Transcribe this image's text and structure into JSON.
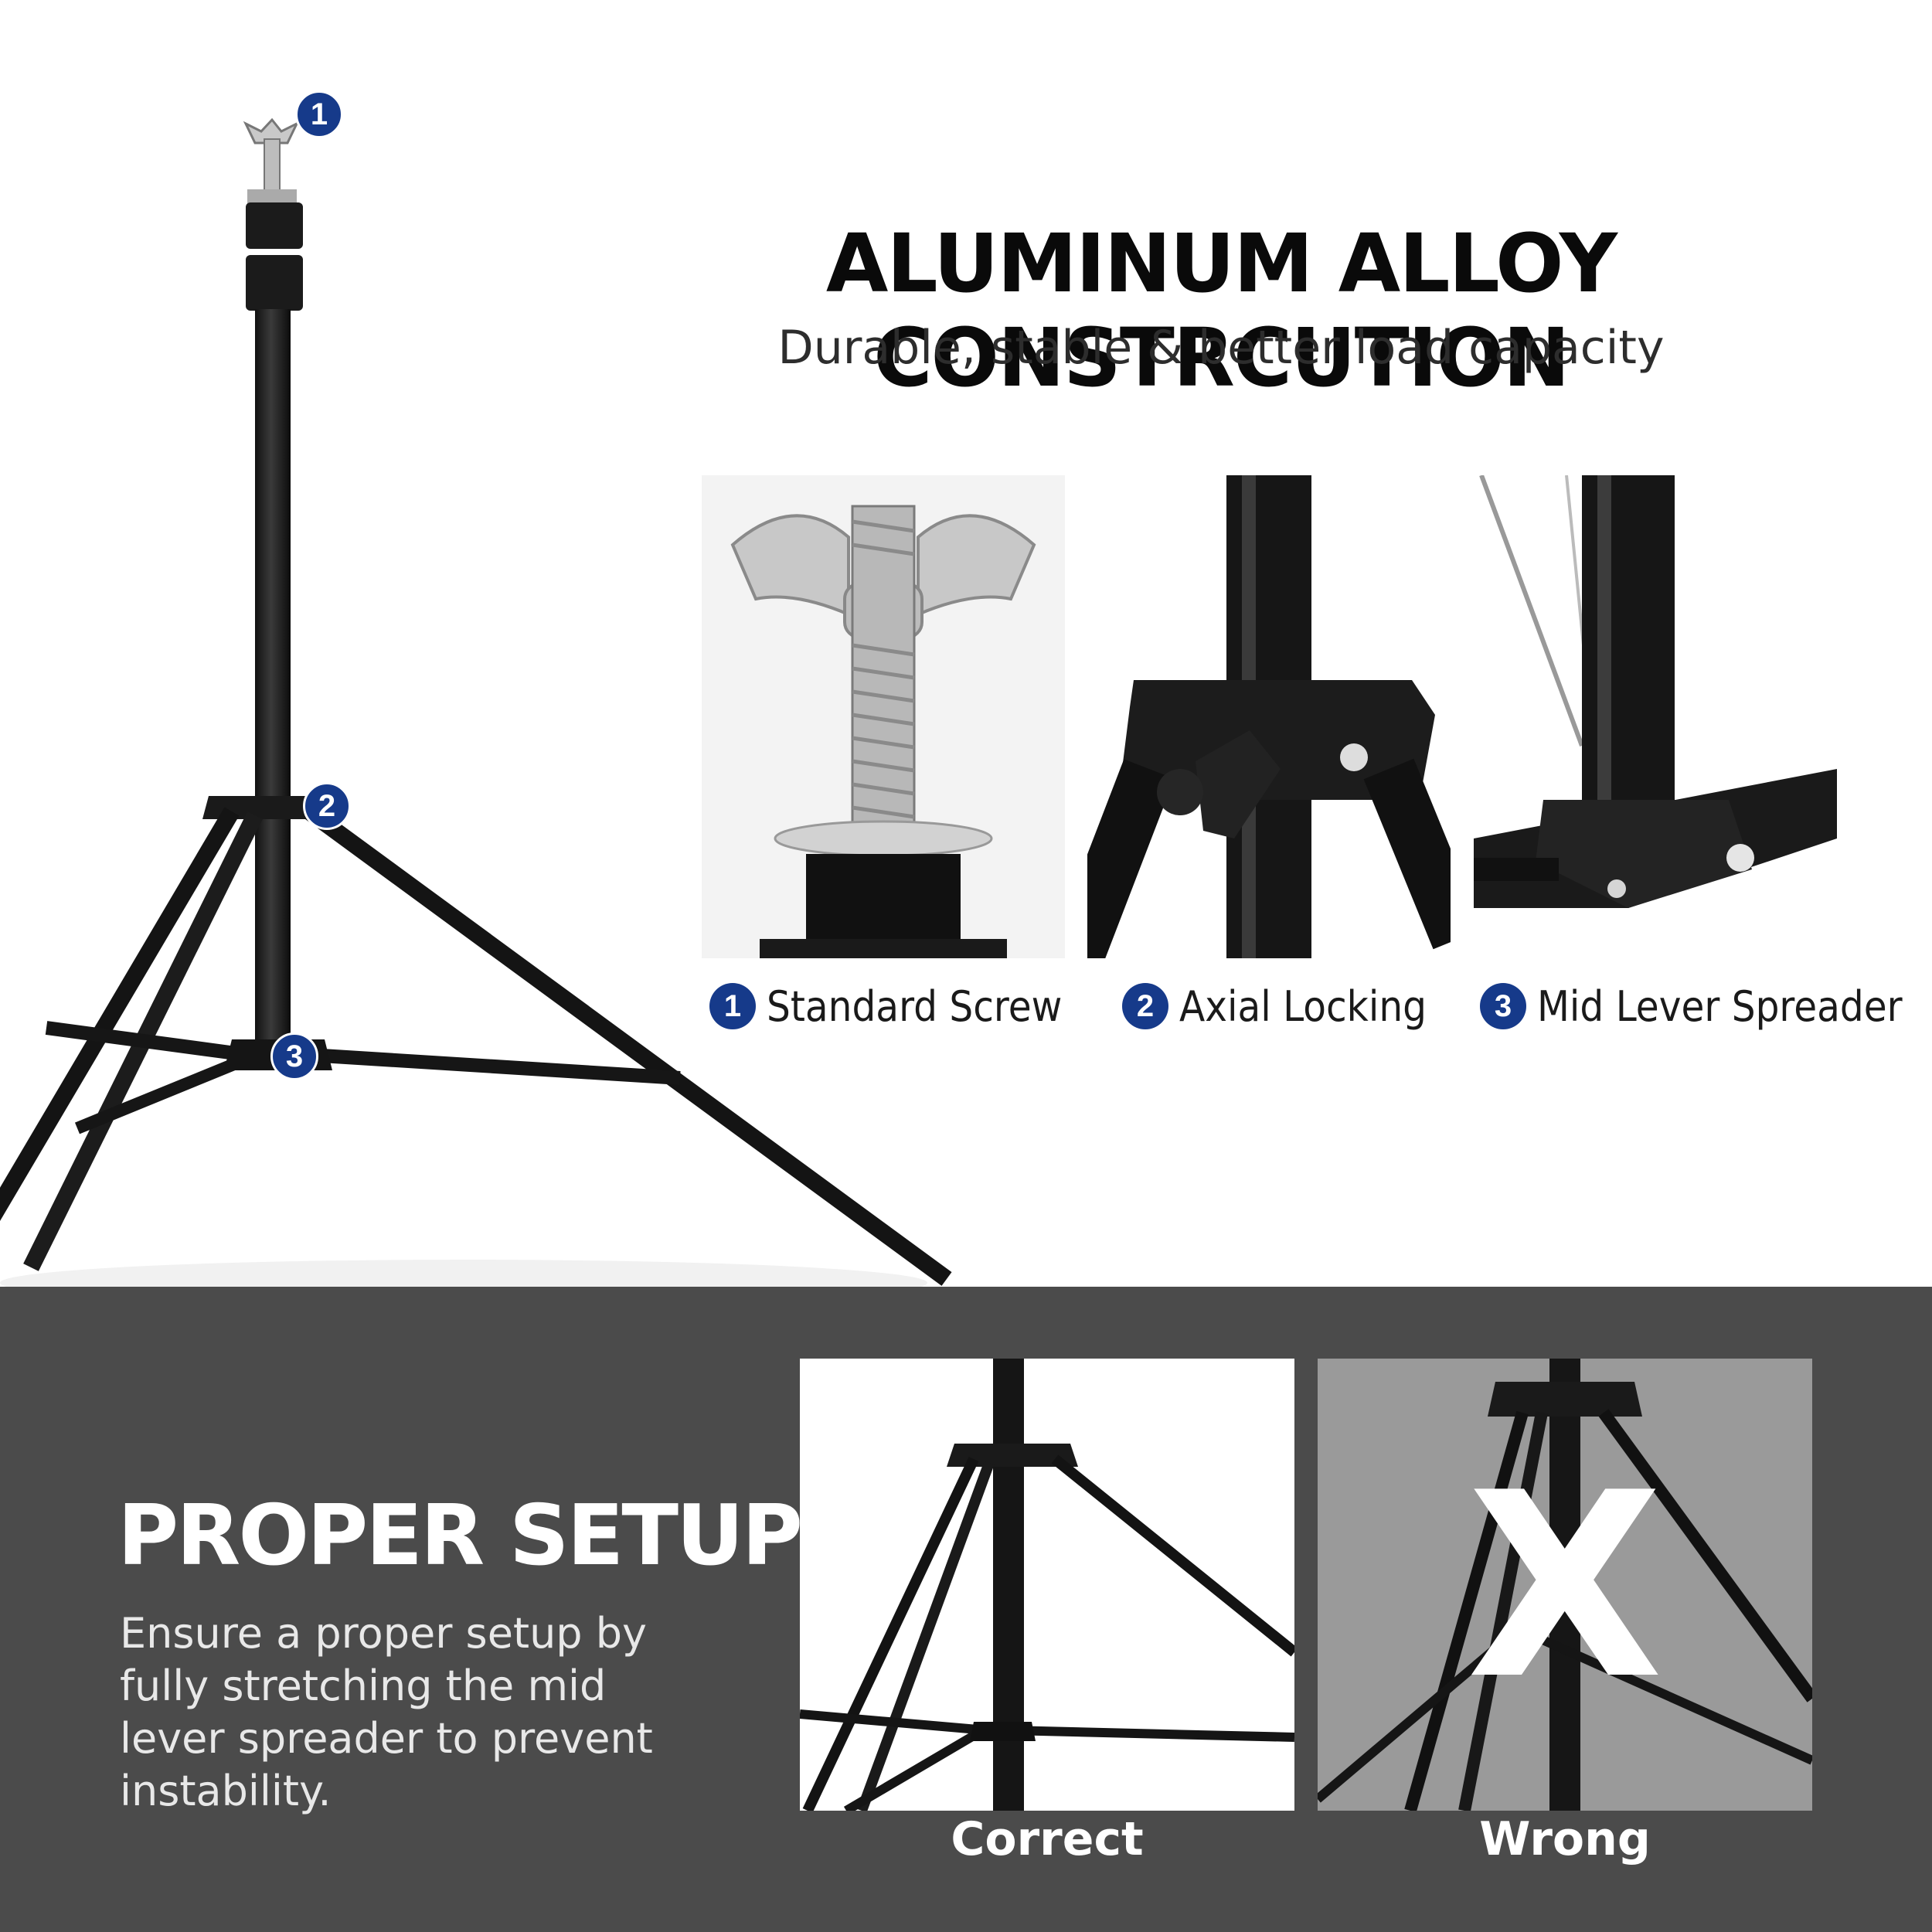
{
  "header": {
    "title": "ALUMINUM ALLOY CONSTRCUTION",
    "subtitle": "Durable, stable & better load capacity"
  },
  "callouts": [
    {
      "number": "1",
      "label": "Standard Screw"
    },
    {
      "number": "2",
      "label": "Axial Locking"
    },
    {
      "number": "3",
      "label": "Mid Lever Spreader"
    }
  ],
  "setup": {
    "title": "PROPER SETUP",
    "description": "Ensure a proper setup by fully stretching the mid lever spreader to prevent instability.",
    "correct_label": "Correct",
    "wrong_label": "Wrong",
    "wrong_mark": "X"
  },
  "colors": {
    "badge_blue": "#163a8a",
    "bottom_band": "#4b4b4b",
    "wrong_bg": "#9a9a9a"
  }
}
